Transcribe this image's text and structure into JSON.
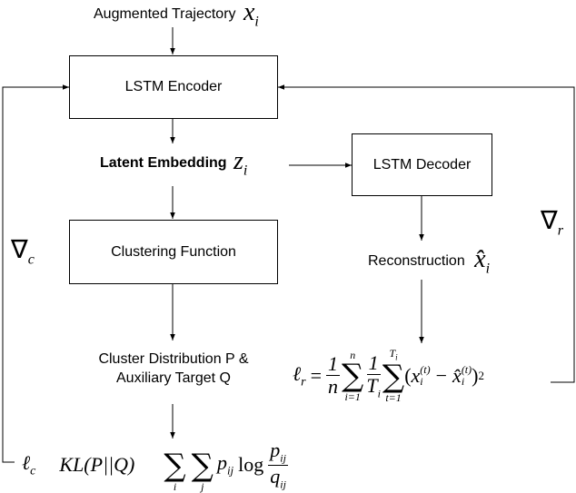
{
  "input": {
    "label": "Augmented Trajectory",
    "symbol": "x",
    "sub": "i"
  },
  "encoder": {
    "label": "LSTM Encoder"
  },
  "latent": {
    "label": "Latent Embedding",
    "symbol": "z",
    "sub": "i"
  },
  "decoder": {
    "label": "LSTM Decoder"
  },
  "clustering": {
    "label": "Clustering Function"
  },
  "reconstruction": {
    "label": "Reconstruction",
    "symbol": "x̂",
    "sub": "i"
  },
  "cluster_dist": {
    "line1": "Cluster Distribution P &",
    "line2": "Auxiliary Target Q"
  },
  "grad_c": {
    "symbol": "∇",
    "sub": "c"
  },
  "grad_r": {
    "symbol": "∇",
    "sub": "r"
  },
  "loss_r": {
    "lhs": "ℓ",
    "lhs_sub": "r",
    "eq": "=",
    "frac1_num": "1",
    "frac1_den": "n",
    "sum1_top": "n",
    "sum1_bottom": "i=1",
    "frac2_num": "1",
    "frac2_den": "T",
    "frac2_den_sub": "i",
    "sum2_top": "T",
    "sum2_top_sub": "i",
    "sum2_bottom": "t=1",
    "open": "(",
    "x": "x",
    "x_sub": "i",
    "x_sup": "(t)",
    "minus": "−",
    "xhat": "x̂",
    "xhat_sub": "i",
    "xhat_sup": "(t)",
    "close": ")",
    "pow": "2"
  },
  "loss_c": {
    "lhs": "ℓ",
    "lhs_sub": "c",
    "kl": "KL(P||Q)",
    "sum1_bottom": "i",
    "sum2_bottom": "j",
    "p": "p",
    "p_sub": "ij",
    "log": "log",
    "frac_num": "p",
    "frac_num_sub": "ij",
    "frac_den": "q",
    "frac_den_sub": "ij"
  }
}
